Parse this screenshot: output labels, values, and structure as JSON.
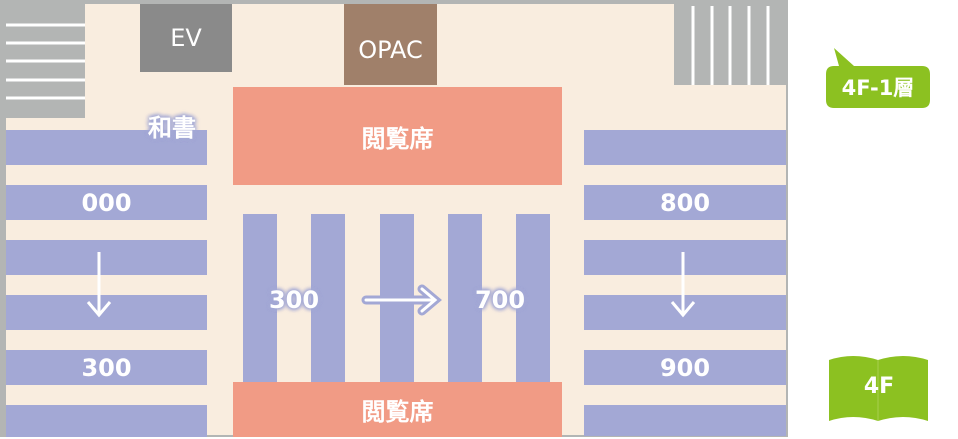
{
  "map": {
    "ev_label": "EV",
    "opac_label": "OPAC",
    "reading_top": "閲覧席",
    "reading_bottom": "閲覧席",
    "japanese_books": "和書",
    "left_start": "000",
    "left_end": "300",
    "center_start": "300",
    "center_end": "700",
    "right_start": "800",
    "right_end": "900"
  },
  "badge": {
    "label": "4F-1層",
    "color": "#8cc121"
  },
  "floor": {
    "label": "4F",
    "color": "#8cc121"
  },
  "colors": {
    "floor": "#f9eddf",
    "shelf": "#a3a8d5",
    "reading": "#f19b85",
    "ev": "#8a8a8a",
    "opac": "#a0806a",
    "stairs": "#b3b5b4"
  }
}
